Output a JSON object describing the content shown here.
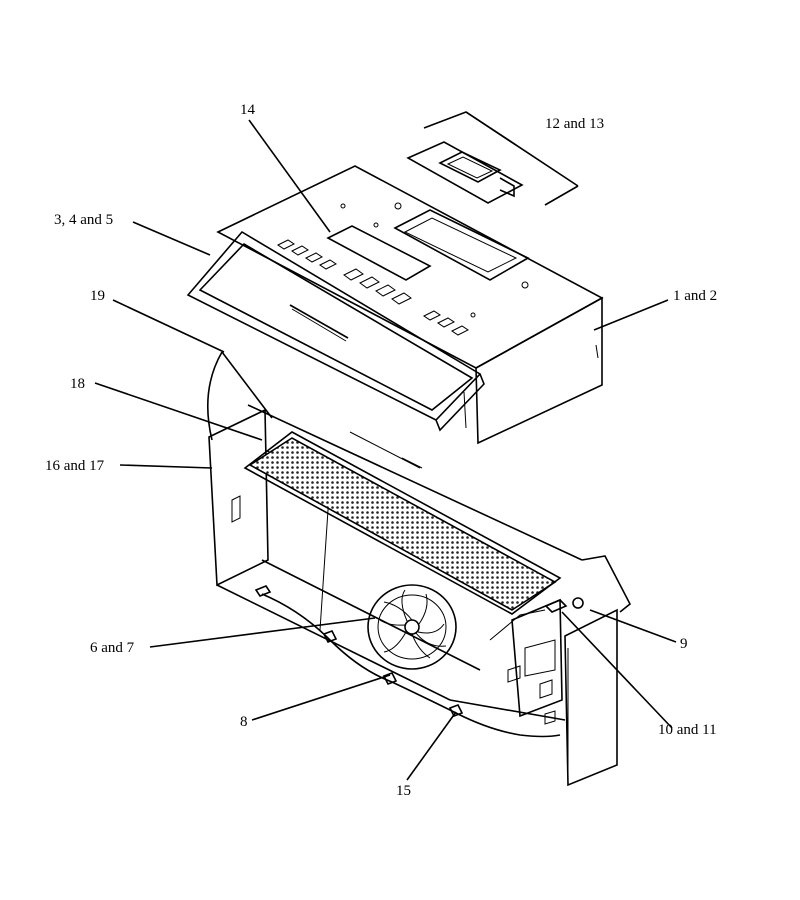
{
  "diagram": {
    "labels": {
      "l14": "14",
      "l12": "12 and 13",
      "l3": "3, 4 and 5",
      "l19": "19",
      "l1": "1 and 2",
      "l18": "18",
      "l16": "16 and 17",
      "l6": "6 and 7",
      "l9": "9",
      "l8": "8",
      "l10": "10 and 11",
      "l15": "15"
    }
  }
}
